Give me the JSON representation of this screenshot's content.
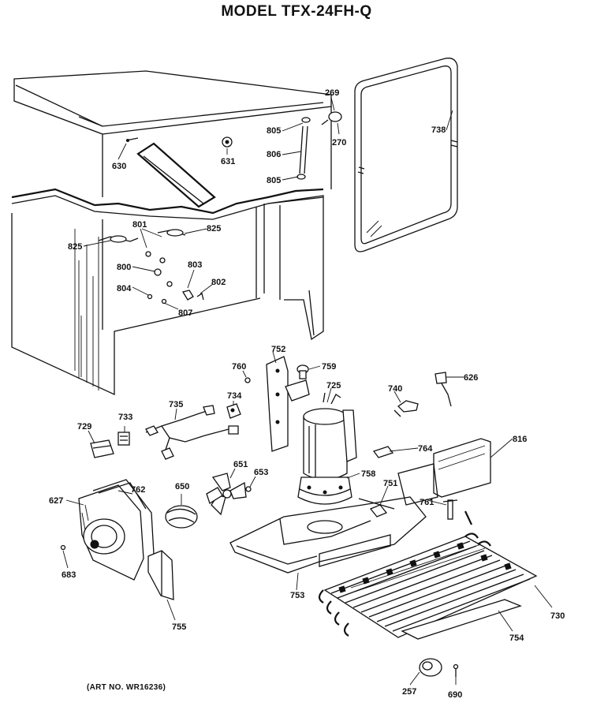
{
  "title": "MODEL TFX-24FH-Q",
  "art_number": "(ART NO. WR16236)",
  "part_labels": [
    "269",
    "270",
    "738",
    "805",
    "806",
    "805",
    "630",
    "631",
    "801",
    "825",
    "825",
    "800",
    "803",
    "802",
    "804",
    "807",
    "752",
    "760",
    "759",
    "626",
    "725",
    "740",
    "734",
    "735",
    "729",
    "733",
    "816",
    "764",
    "651",
    "653",
    "650",
    "758",
    "751",
    "761",
    "627",
    "762",
    "683",
    "755",
    "753",
    "730",
    "754",
    "257",
    "690"
  ]
}
